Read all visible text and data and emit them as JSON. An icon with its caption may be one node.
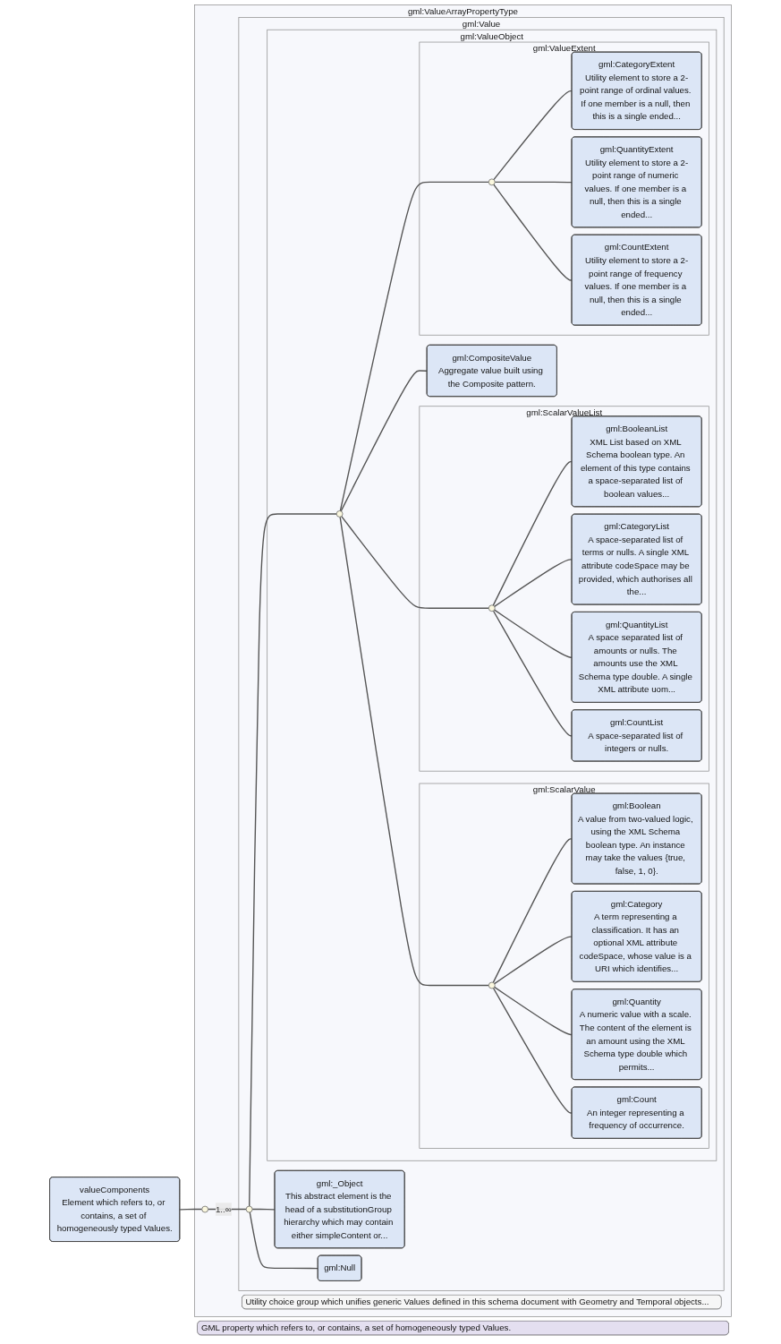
{
  "diagram": {
    "nodes": [
      {
        "text": [
          "valueComponents",
          "Element which refers to, or contains, a set of homogeneously typed Values."
        ]
      },
      {
        "text": [
          "gml:ValueArrayPropertyType",
          "GML property which refers to, or contains, a set of homogeneously typed Values."
        ]
      },
      {
        "text": [],
        "shape": "circle",
        "in": 1
      },
      {
        "text": [
          "gml:Value",
          "Utility choice group which unifies generic Values defined in this schema document with Geometry and Temporal objects..."
        ],
        "in": 1
      },
      {
        "text": [],
        "shape": "circle",
        "in": 3
      },
      {
        "text": [
          "gml:ValueObject"
        ],
        "in": 3
      },
      {
        "text": [],
        "shape": "circle",
        "in": 5
      },
      {
        "text": [
          "gml:ScalarValue"
        ],
        "in": 5
      },
      {
        "text": [],
        "shape": "circle",
        "in": 7
      },
      {
        "text": [
          "gml:Boolean",
          "A value from two-valued logic, using the XML Schema boolean type. An instance may take the values {true, false, 1, 0}."
        ],
        "in": 7
      },
      {
        "text": [
          "gml:Category",
          "A term representing a classification. It has an optional XML attribute codeSpace, whose value is a URI which identifies..."
        ],
        "in": 7
      },
      {
        "text": [
          "gml:Quantity",
          "A numeric value with a scale. The content of the element is an amount using the XML Schema type double which permits..."
        ],
        "in": 7
      },
      {
        "text": [
          "gml:Count",
          "An integer representing a frequency of occurrence."
        ],
        "in": 7
      },
      {
        "text": [
          "gml:ScalarValueList"
        ],
        "in": 5
      },
      {
        "text": [],
        "shape": "circle",
        "in": 13
      },
      {
        "text": [
          "gml:BooleanList",
          "XML List based on XML Schema boolean type. An element of this type contains a space-separated list of boolean values..."
        ],
        "in": 13
      },
      {
        "text": [
          "gml:CategoryList",
          "A space-separated list of terms or nulls. A single XML attribute codeSpace may be provided, which authorises all the..."
        ],
        "in": 13
      },
      {
        "text": [
          "gml:QuantityList",
          "A space separated list of amounts or nulls. The amounts use the XML Schema type double. A single XML attribute uom..."
        ],
        "in": 13
      },
      {
        "text": [
          "gml:CountList",
          "A space-separated list of integers or nulls."
        ],
        "in": 13
      },
      {
        "text": [
          "gml:ValueExtent"
        ],
        "in": 5
      },
      {
        "text": [],
        "shape": "circle",
        "in": 19
      },
      {
        "text": [
          "gml:CategoryExtent",
          "Utility element to store a 2-point range of ordinal values. If one member is a null, then this is a single ended..."
        ],
        "in": 19
      },
      {
        "text": [
          "gml:QuantityExtent",
          "Utility element to store a 2-point range of numeric values. If one member is a null, then this is a single ended..."
        ],
        "in": 19
      },
      {
        "text": [
          "gml:CountExtent",
          "Utility element to store a 2-point range of frequency values. If one member is a null, then this is a single ended..."
        ],
        "in": 19
      },
      {
        "text": [
          "gml:CompositeValue",
          "Aggregate value built using the Composite pattern."
        ],
        "in": 5
      },
      {
        "text": [
          "gml:_Object",
          "This abstract element is the head of a substitutionGroup hierarchy which may contain either simpleContent or..."
        ],
        "in": 3
      },
      {
        "text": [
          "gml:Null"
        ],
        "in": 3
      }
    ],
    "edges": [
      {
        "from": 0,
        "to": 2,
        "arrow": "none"
      },
      {
        "from": 2,
        "to": 4,
        "arrow": "none",
        "label": "1..∞"
      },
      {
        "from": 4,
        "to": 6,
        "arrow": "none"
      },
      {
        "from": 4,
        "to": 25,
        "arrow": "none"
      },
      {
        "from": 4,
        "to": 26,
        "arrow": "none"
      },
      {
        "from": 6,
        "to": 8,
        "arrow": "none"
      },
      {
        "from": 6,
        "to": 14,
        "arrow": "none"
      },
      {
        "from": 6,
        "to": 20,
        "arrow": "none"
      },
      {
        "from": 6,
        "to": 24,
        "arrow": "none"
      },
      {
        "from": 8,
        "to": 9,
        "arrow": "none"
      },
      {
        "from": 8,
        "to": 10,
        "arrow": "none"
      },
      {
        "from": 8,
        "to": 11,
        "arrow": "none"
      },
      {
        "from": 8,
        "to": 12,
        "arrow": "none"
      },
      {
        "from": 14,
        "to": 15,
        "arrow": "none"
      },
      {
        "from": 14,
        "to": 16,
        "arrow": "none"
      },
      {
        "from": 14,
        "to": 17,
        "arrow": "none"
      },
      {
        "from": 14,
        "to": 18,
        "arrow": "none"
      },
      {
        "from": 20,
        "to": 21,
        "arrow": "none"
      },
      {
        "from": 20,
        "to": 22,
        "arrow": "none"
      },
      {
        "from": 20,
        "to": 23,
        "arrow": "none"
      }
    ]
  }
}
